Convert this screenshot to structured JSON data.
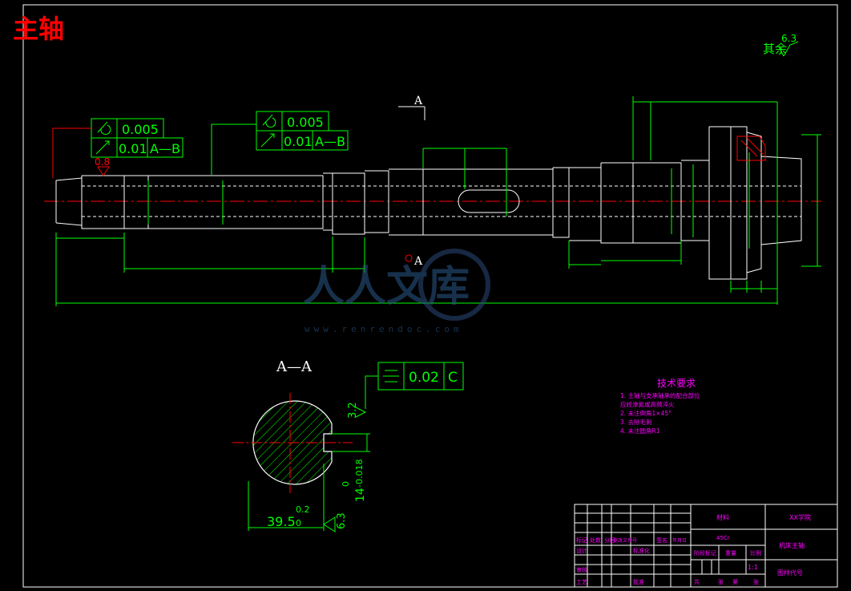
{
  "header": {
    "title": "主轴",
    "title_color": "#ff0000"
  },
  "roughness_note": {
    "prefix": "其余",
    "value": "6.3"
  },
  "section_marker": {
    "letter": "A",
    "section_title": "A—A"
  },
  "tolerance_frames": {
    "left": {
      "cylindricity": "0.005",
      "runout": "0.01",
      "datum": "A—B"
    },
    "right": {
      "cylindricity": "0.005",
      "runout": "0.01",
      "datum": "A—B"
    },
    "keyway": {
      "value": "0.02",
      "datum": "C"
    }
  },
  "left_roughness": "0.8",
  "section_dims": {
    "depth": "39.5",
    "depth_tol_upper": "0.2",
    "depth_tol_lower": "0",
    "width": "14",
    "width_tol_upper": "0",
    "width_tol_lower": "-0.018",
    "roughness_1": "3.2",
    "roughness_2": "6.3"
  },
  "technical_requirements": {
    "title": "技术要求",
    "items": [
      "1. 主轴与支承轴承的配合部位",
      "   应经渗氮或高频淬火",
      "2. 未注倒角1×45°",
      "3. 去除毛刺",
      "4. 未注圆角R1"
    ],
    "color": "#ff00ff"
  },
  "title_block": {
    "material_label": "材料",
    "material": "45Cr",
    "school": "XX学院",
    "part_name": "机床主轴",
    "drawing_no_label": "图样代号",
    "scale": "1:1",
    "row_labels": [
      "标记",
      "处数",
      "分区",
      "更改文件号",
      "签名",
      "年月日"
    ],
    "left_labels": [
      "设计",
      "审核",
      "工艺"
    ],
    "std_label": "标准化",
    "approve_label": "批准",
    "stage_label": "阶段标记",
    "weight_label": "重量",
    "scale_label": "比例",
    "sheet_labels": [
      "共",
      "张",
      "第",
      "张"
    ]
  },
  "watermark": {
    "text": "人人文库",
    "url": "www.renrendoc.com"
  },
  "colors": {
    "line": "#ffffff",
    "dimension": "#00ff00",
    "center": "#ff0000",
    "hatch": "#00ff00",
    "border": "#ffffff"
  }
}
